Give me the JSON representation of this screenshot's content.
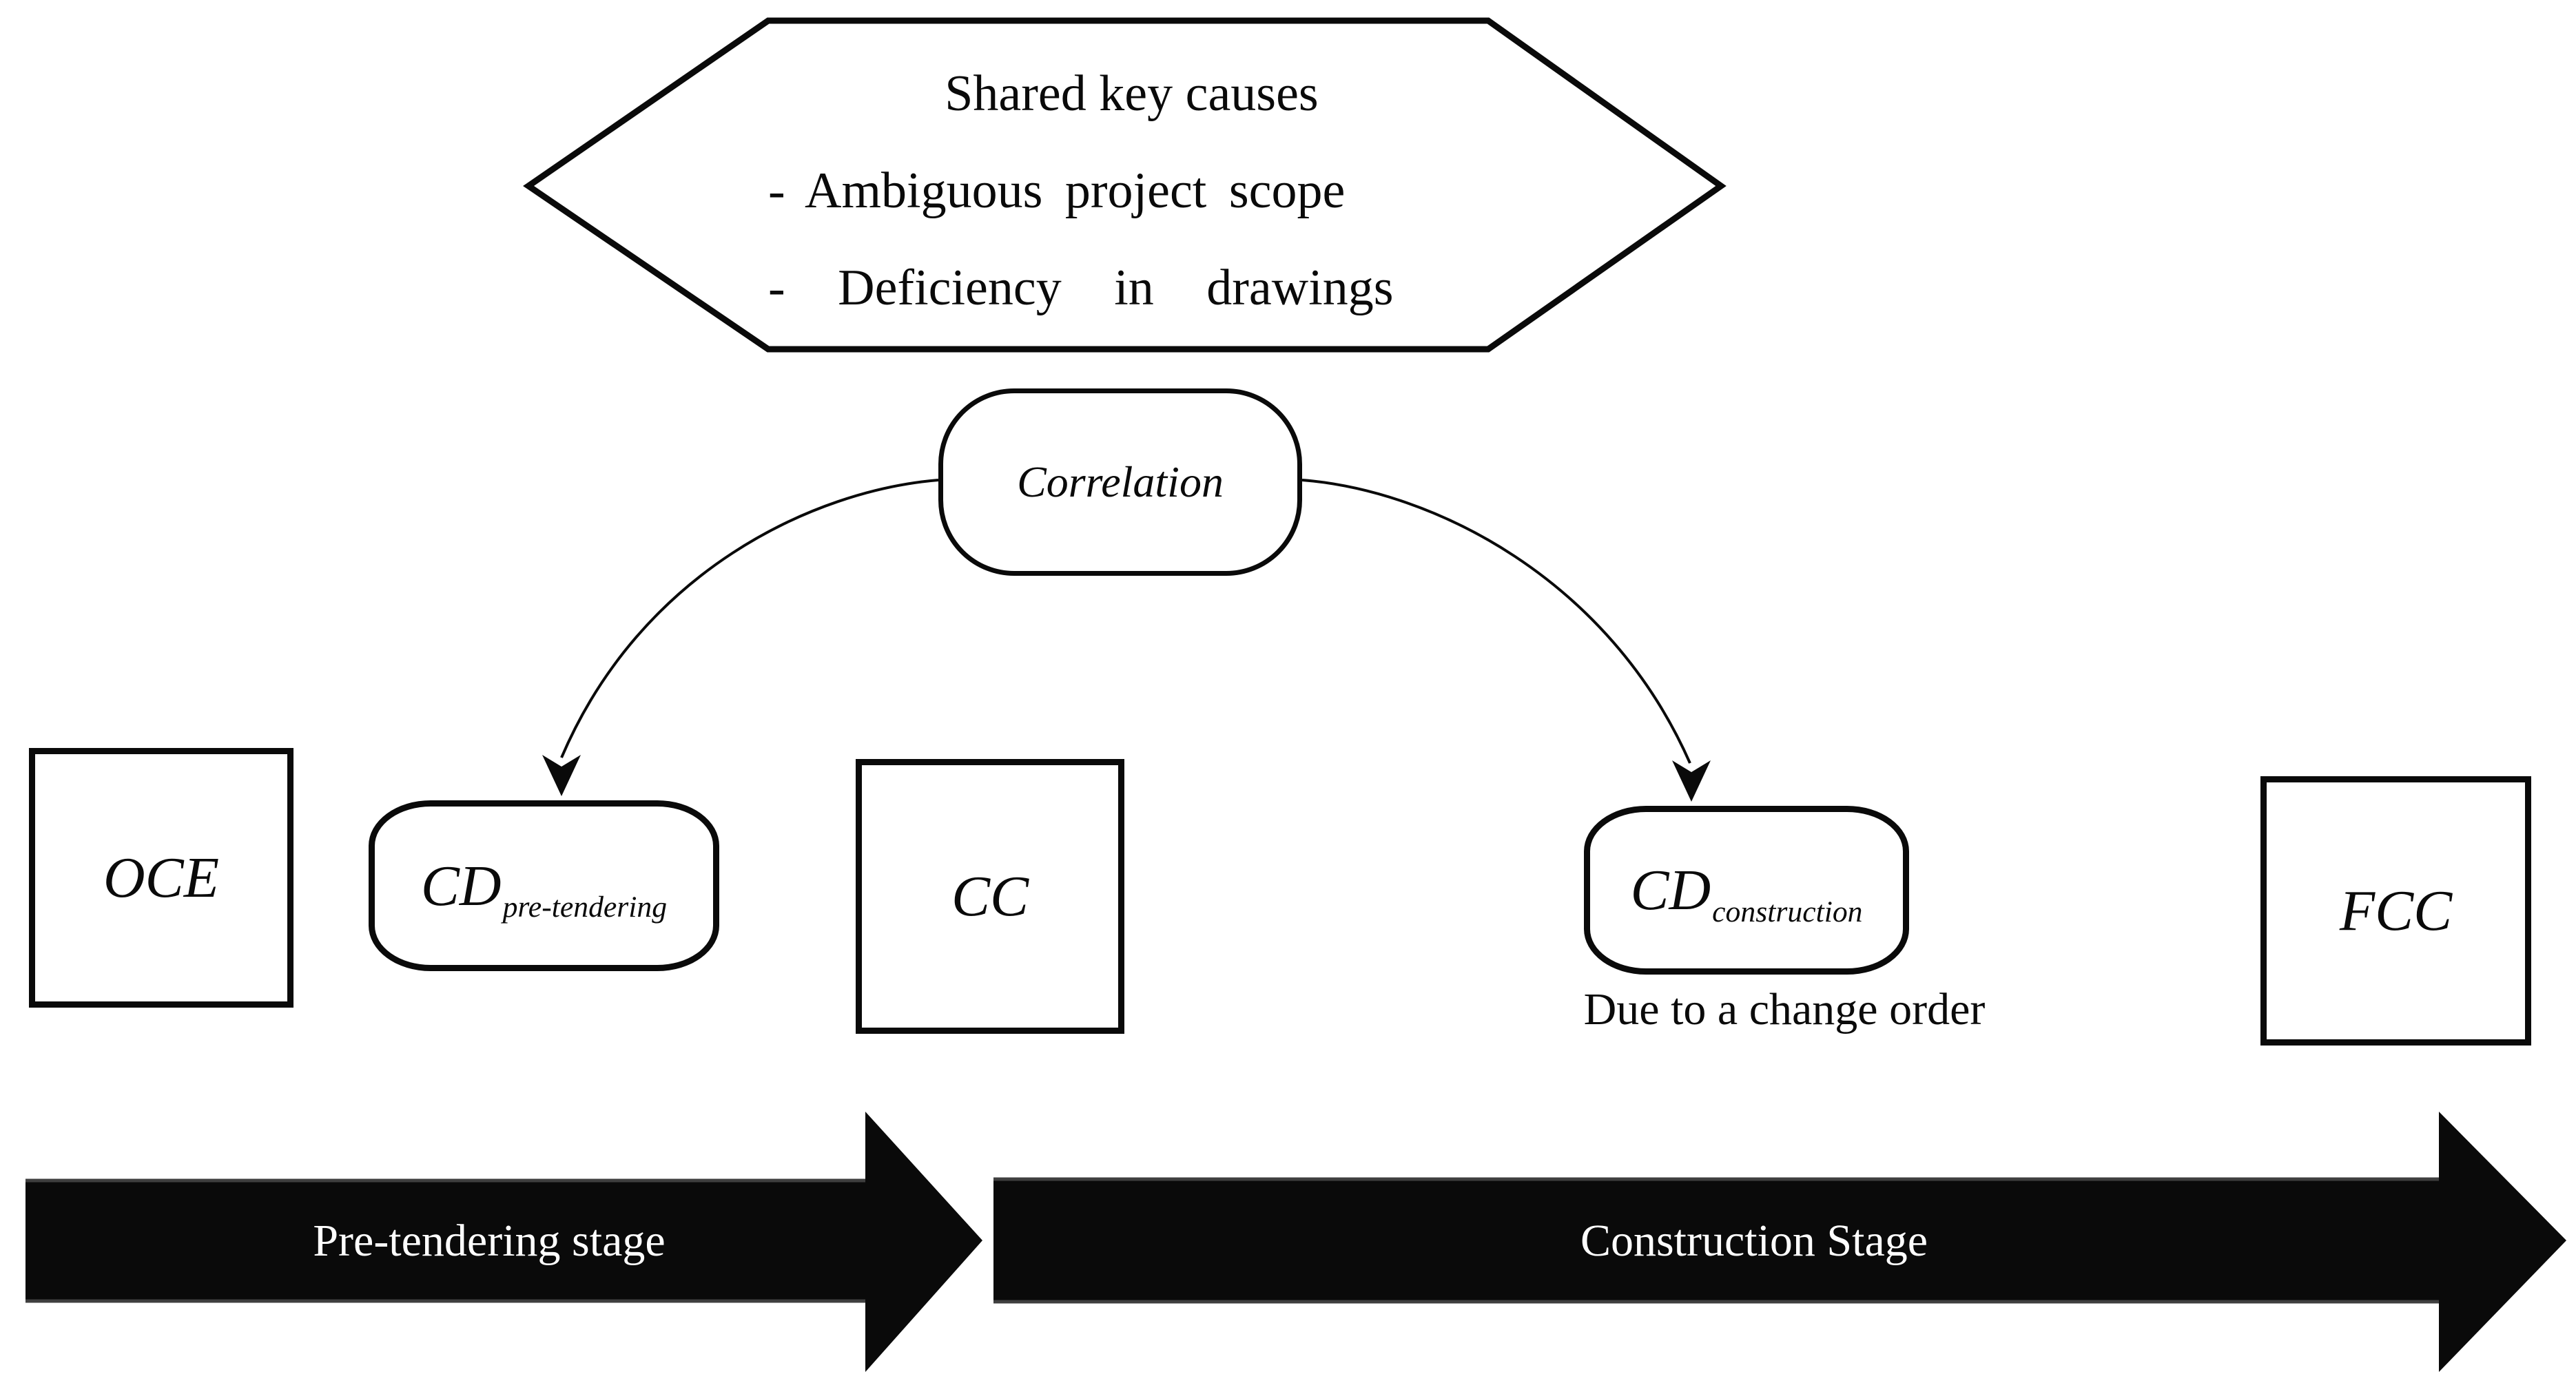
{
  "colors": {
    "background": "#ffffff",
    "ink": "#0a0a0a",
    "stage_arrow_fill": "#0a0a0a",
    "stage_arrow_edge": "#3f3f3f",
    "stage_text": "#ffffff"
  },
  "hexagon": {
    "title": "Shared key causes",
    "bullets": [
      "- Ambiguous project scope",
      "- Deficiency in drawings"
    ]
  },
  "correlation": {
    "label": "Correlation"
  },
  "boxes": {
    "oce": {
      "label": "OCE"
    },
    "cc": {
      "label": "CC"
    },
    "fcc": {
      "label": "FCC"
    },
    "cd_pre": {
      "main": "CD",
      "sub": "pre-tendering"
    },
    "cd_construction": {
      "main": "CD",
      "sub": "construction",
      "note": "Due to a change order"
    }
  },
  "stages": {
    "pre_tendering": {
      "label": "Pre-tendering stage"
    },
    "construction": {
      "label": "Construction Stage"
    }
  }
}
